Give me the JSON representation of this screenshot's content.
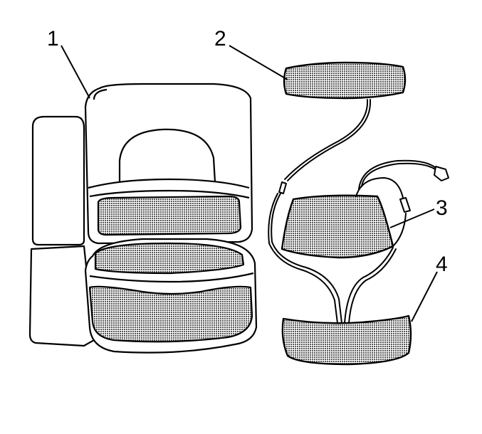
{
  "callouts": {
    "c1": "1",
    "c2": "2",
    "c3": "3",
    "c4": "4"
  },
  "colors": {
    "line": "#000000",
    "pad_fill": "#b3b3b3",
    "background": "#ffffff"
  }
}
